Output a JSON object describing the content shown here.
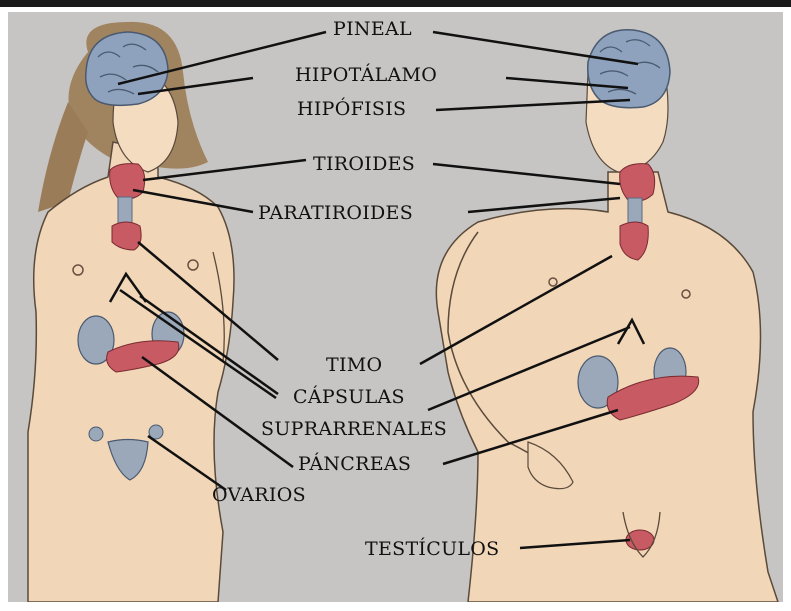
{
  "labels": {
    "pineal": "PINEAL",
    "hipotalamo": "HIPOTÁLAMO",
    "hipofisis": "HIPÓFISIS",
    "tiroides": "TIROIDES",
    "paratiroides": "PARATIROIDES",
    "timo": "TIMO",
    "capsulas": "CÁPSULAS",
    "suprarrenales": "SUPRARRENALES",
    "pancreas": "PÁNCREAS",
    "ovarios": "OVARIOS",
    "testiculos": "TESTÍCULOS"
  },
  "colors": {
    "background": "#c7c5c4",
    "skin": "#f1d6b8",
    "brain": "#8ea2bd",
    "gland_red": "#c75a63",
    "kidney": "#9aa8ba",
    "leader_line": "#111111",
    "hair": "#a0835f"
  }
}
